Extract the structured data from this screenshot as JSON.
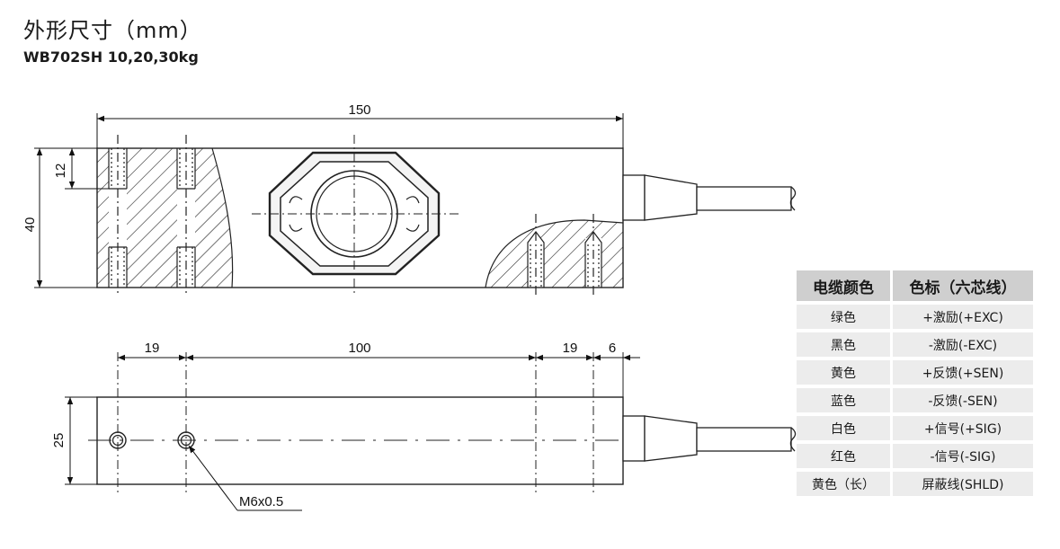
{
  "header": {
    "title": "外形尺寸（mm）",
    "subtitle": "WB702SH 10,20,30kg"
  },
  "dimensions": {
    "top_length": "150",
    "top_height": "40",
    "top_hole_offset": "12",
    "bottom_19_left": "19",
    "bottom_100": "100",
    "bottom_19_right": "19",
    "bottom_6": "6",
    "bottom_height": "25",
    "thread_label": "M6x0.5"
  },
  "wiring_table": {
    "headers": [
      "电缆颜色",
      "色标（六芯线）"
    ],
    "rows": [
      {
        "color": "绿色",
        "signal": "+激励(+EXC)"
      },
      {
        "color": "黑色",
        "signal": "-激励(-EXC)"
      },
      {
        "color": "黄色",
        "signal": "+反馈(+SEN)"
      },
      {
        "color": "蓝色",
        "signal": "-反馈(-SEN)"
      },
      {
        "color": "白色",
        "signal": "+信号(+SIG)"
      },
      {
        "color": "红色",
        "signal": "-信号(-SIG)"
      },
      {
        "color": "黄色（长）",
        "signal": "屏蔽线(SHLD)"
      }
    ]
  }
}
